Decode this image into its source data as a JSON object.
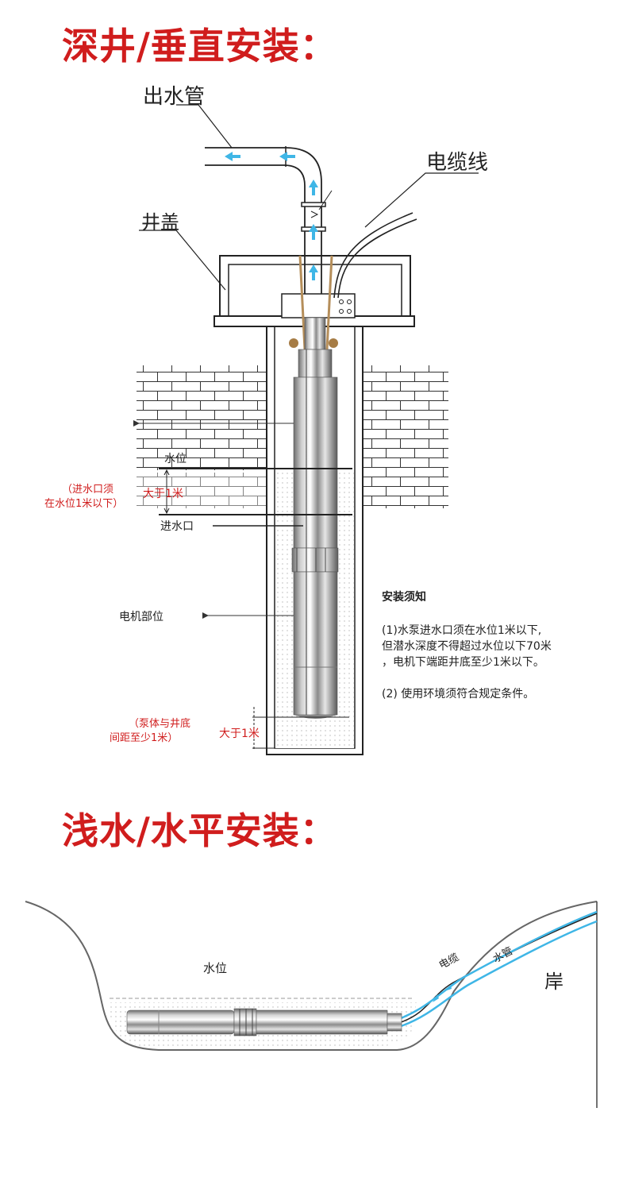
{
  "sections": [
    {
      "title": "深井/垂直安装：",
      "labels": {
        "outlet_pipe": "出水管",
        "cable": "电缆线",
        "well_cover": "井盖",
        "water_level": "水位",
        "intake_note_line1": "（进水口须",
        "intake_note_line2": "在水位1米以下）",
        "greater_1m_top": "大于1米",
        "intake": "进水口",
        "motor": "电机部位",
        "bottom_note_line1": "（泵体与井底",
        "bottom_note_line2": "间距至少1米）",
        "greater_1m_bottom": "大于1米"
      },
      "notes": {
        "heading": "安装须知",
        "item1_line1": "(1)水泵进水口须在水位1米以下,",
        "item1_line2": "但潜水深度不得超过水位以下70米",
        "item1_line3": "，电机下端距井底至少1米以下。",
        "item2": "(2) 使用环境须符合规定条件。"
      }
    },
    {
      "title": "浅水/水平安装：",
      "labels": {
        "water_level": "水位",
        "cable": "电缆",
        "pipe": "水管",
        "shore": "岸"
      }
    }
  ],
  "colors": {
    "title_red": "#d01d1d",
    "arrow_blue": "#3fb6e6",
    "note_red": "#d01d1d"
  }
}
